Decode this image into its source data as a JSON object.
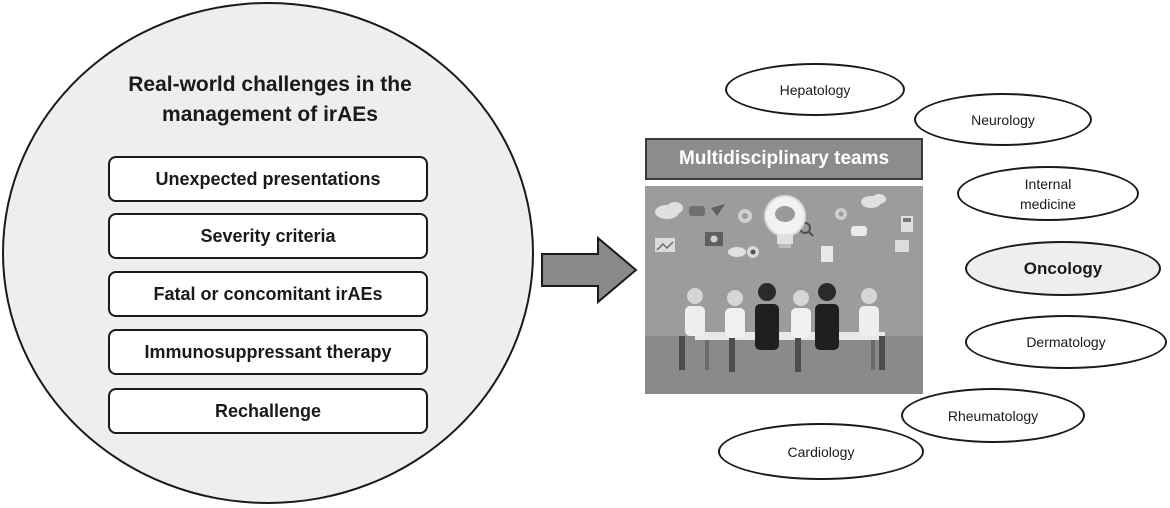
{
  "challenges": {
    "title_line1": "Real-world challenges in the",
    "title_line2": "management of  irAEs",
    "items": [
      "Unexpected presentations",
      "Severity criteria",
      "Fatal or concomitant  irAEs",
      "Immunosuppressant therapy",
      "Rechallenge"
    ]
  },
  "teams": {
    "title": "Multidisciplinary teams"
  },
  "specialties": {
    "hepatology": "Hepatology",
    "neurology": "Neurology",
    "internal_line1": "Internal",
    "internal_line2": "medicine",
    "oncology": "Oncology",
    "dermatology": "Dermatology",
    "rheumatology": "Rheumatology",
    "cardiology": "Cardiology"
  }
}
